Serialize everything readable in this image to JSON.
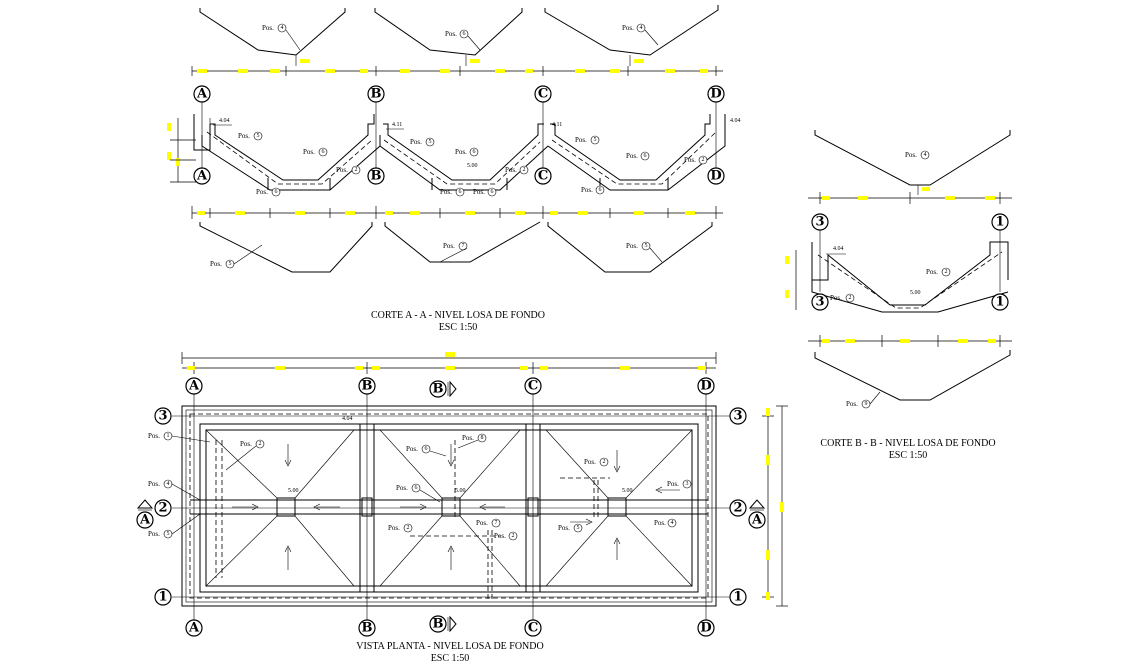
{
  "titles": {
    "corte_aa": "CORTE A - A  -  NIVEL LOSA DE FONDO",
    "corte_aa_scale": "ESC   1:50",
    "corte_bb": "CORTE B - B  - NIVEL LOSA DE FONDO",
    "corte_bb_scale": "ESC   1:50",
    "planta": "VISTA PLANTA - NIVEL LOSA DE FONDO",
    "planta_scale": "ESC   1:50"
  },
  "axes": {
    "A": "A",
    "B": "B",
    "C": "C",
    "D": "D",
    "n1": "1",
    "n2": "2",
    "n3": "3"
  },
  "pos_prefix": "Pos.",
  "levels": {
    "l404": "4.04",
    "l411": "4.11",
    "l500": "5.00"
  },
  "colors": {
    "line": "#000000",
    "dimension_marker": "#ffff00",
    "background": "#ffffff"
  }
}
